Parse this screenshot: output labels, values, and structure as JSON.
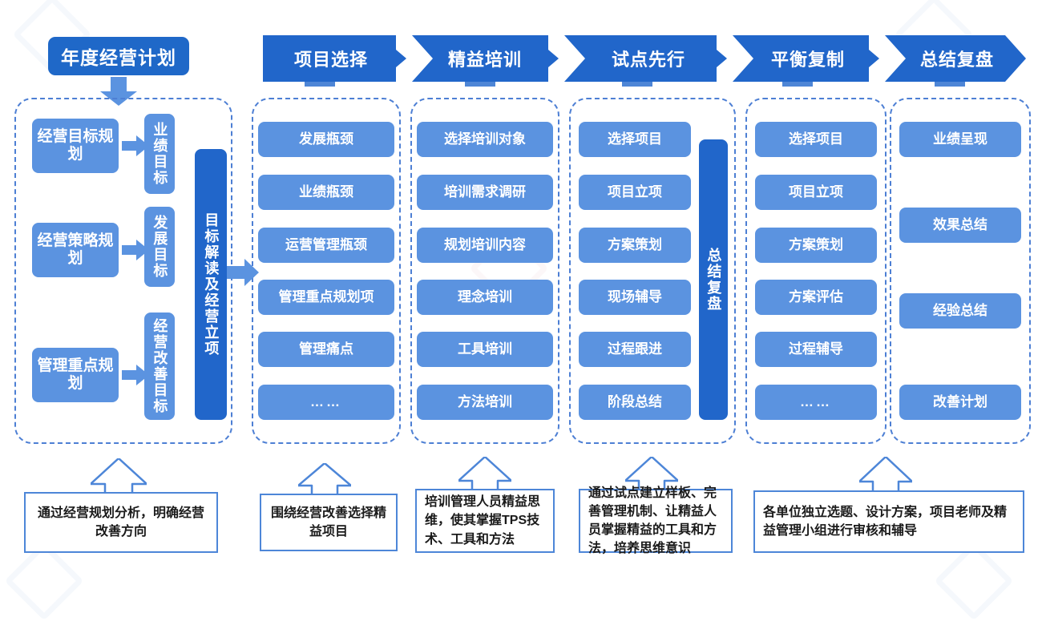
{
  "title": {
    "label": "年度经营计划"
  },
  "phases": [
    {
      "label": "项目选择"
    },
    {
      "label": "精益培训"
    },
    {
      "label": "试点先行"
    },
    {
      "label": "平衡复制"
    },
    {
      "label": "总结复盘"
    }
  ],
  "planning_column": {
    "plans": [
      {
        "label": "经营目标规划"
      },
      {
        "label": "经营策略规划"
      },
      {
        "label": "管理重点规划"
      }
    ],
    "goals": [
      {
        "label": "业绩目标"
      },
      {
        "label": "发展目标"
      },
      {
        "label": "经营改善目标"
      }
    ],
    "summary_bar": {
      "label": "目标解读及经营立项"
    }
  },
  "columns": [
    {
      "key": "project-selection",
      "items": [
        {
          "label": "发展瓶颈"
        },
        {
          "label": "业绩瓶颈"
        },
        {
          "label": "运营管理瓶颈"
        },
        {
          "label": "管理重点规划项"
        },
        {
          "label": "管理痛点"
        },
        {
          "label": "……"
        }
      ]
    },
    {
      "key": "lean-training",
      "items": [
        {
          "label": "选择培训对象"
        },
        {
          "label": "培训需求调研"
        },
        {
          "label": "规划培训内容"
        },
        {
          "label": "理念培训"
        },
        {
          "label": "工具培训"
        },
        {
          "label": "方法培训"
        }
      ]
    },
    {
      "key": "pilot-first",
      "items": [
        {
          "label": "选择项目"
        },
        {
          "label": "项目立项"
        },
        {
          "label": "方案策划"
        },
        {
          "label": "现场辅导"
        },
        {
          "label": "过程跟进"
        },
        {
          "label": "阶段总结"
        }
      ],
      "side_bar": {
        "label": "总结复盘"
      }
    },
    {
      "key": "balanced-replication",
      "items": [
        {
          "label": "选择项目"
        },
        {
          "label": "项目立项"
        },
        {
          "label": "方案策划"
        },
        {
          "label": "方案评估"
        },
        {
          "label": "过程辅导"
        },
        {
          "label": "……"
        }
      ]
    },
    {
      "key": "summary-review",
      "items": [
        {
          "label": "业绩呈现"
        },
        {
          "label": "效果总结"
        },
        {
          "label": "经验总结"
        },
        {
          "label": "改善计划"
        }
      ]
    }
  ],
  "callouts": [
    {
      "key": "callout-planning",
      "text": "通过经营规划分析，明确经营改善方向"
    },
    {
      "key": "callout-project-selection",
      "text": "围绕经营改善选择精益项目"
    },
    {
      "key": "callout-lean-training",
      "text": "培训管理人员精益思维，使其掌握TPS技术、工具和方法"
    },
    {
      "key": "callout-pilot-first",
      "text": "通过试点建立样板、完善管理机制、让精益人员掌握精益的工具和方法，培养思维意识"
    },
    {
      "key": "callout-replication-review",
      "text": "各单位独立选题、设计方案，项目老师及精益管理小组进行审核和辅导"
    }
  ],
  "colors": {
    "dark_blue": "#2166ca",
    "light_blue": "#5b93e0",
    "dashed_border": "#4d7fd4",
    "callout_border": "#4d86d8"
  }
}
